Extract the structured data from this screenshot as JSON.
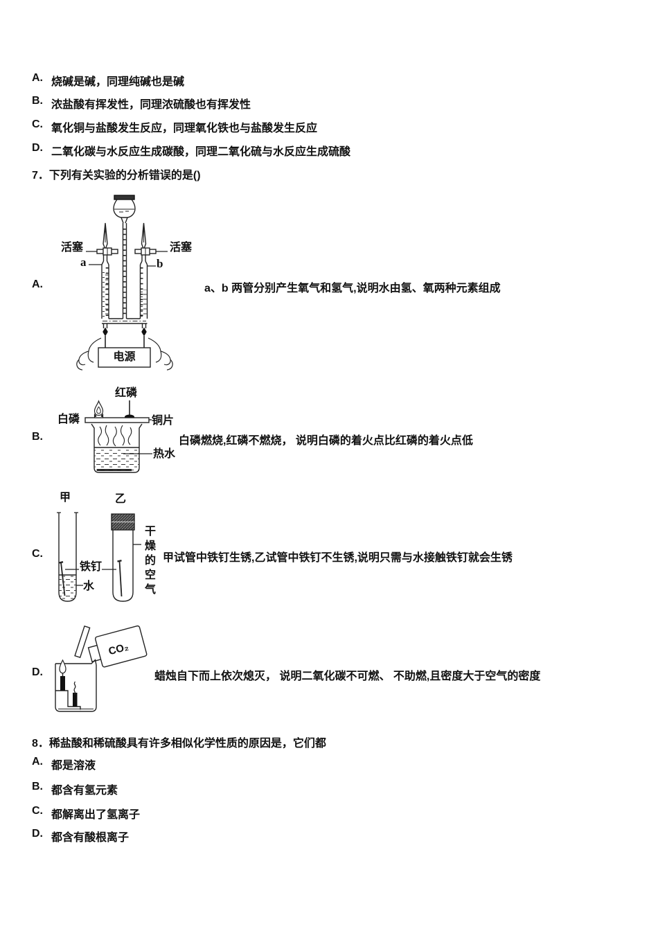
{
  "page": {
    "background": "#ffffff",
    "text_color": "#111111"
  },
  "q6": {
    "options": [
      {
        "letter": "A.",
        "text": "烧碱是碱，同理纯碱也是碱"
      },
      {
        "letter": "B.",
        "text": "浓盐酸有挥发性，同理浓硫酸也有挥发性"
      },
      {
        "letter": "C.",
        "text": "氧化铜与盐酸发生反应，同理氧化铁也与盐酸发生反应"
      },
      {
        "letter": "D.",
        "text": "二氧化碳与水反应生成碳酸，同理二氧化硫与水反应生成硫酸"
      }
    ]
  },
  "q7": {
    "stem": "7．下列有关实验的分析错误的是()",
    "options": [
      {
        "letter": "A.",
        "text": "a、b 两管分别产生氧气和氢气,说明水由氢、氧两种元素组成"
      },
      {
        "letter": "B.",
        "text": "白磷燃烧,红磷不燃烧， 说明白磷的着火点比红磷的着火点低"
      },
      {
        "letter": "C.",
        "text": "甲试管中铁钉生锈,乙试管中铁钉不生锈,说明只需与水接触铁钉就会生锈"
      },
      {
        "letter": "D.",
        "text": "蜡烛自下而上依次熄灭， 说明二氧化碳不可燃、 不助燃,且密度大于空气的密度"
      }
    ],
    "diagram_electrolysis": {
      "piston_left": "活塞",
      "piston_right": "活塞",
      "tube_a": "a",
      "tube_b": "b",
      "power_supply": "电源"
    },
    "diagram_phosphorus": {
      "red_phosphorus": "红磷",
      "white_phosphorus": "白磷",
      "copper_sheet": "铜片",
      "hot_water": "热水"
    },
    "diagram_rust": {
      "tube_jia": "甲",
      "tube_yi": "乙",
      "iron_nail": "铁钉",
      "water": "水",
      "dry_air": "干燥的空气"
    },
    "diagram_co2": {
      "gas_label": "CO₂"
    }
  },
  "q8": {
    "stem": "8．稀盐酸和稀硫酸具有许多相似化学性质的原因是，它们都",
    "options": [
      {
        "letter": "A.",
        "text": "都是溶液"
      },
      {
        "letter": "B.",
        "text": "都含有氢元素"
      },
      {
        "letter": "C.",
        "text": "都解离出了氢离子"
      },
      {
        "letter": "D.",
        "text": "都含有酸根离子"
      }
    ]
  }
}
